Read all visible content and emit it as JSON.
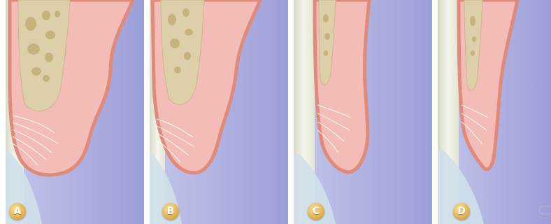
{
  "panels": [
    {
      "label": "A"
    },
    {
      "label": "B"
    },
    {
      "label": "C"
    },
    {
      "label": "D"
    }
  ],
  "colors": {
    "background": "#a7a8dc",
    "gingiva": "#f3bcb6",
    "gingiva_edge": "#e38e7e",
    "bone": "#dccfaa",
    "marrow": "#c6b27c",
    "tooth": "#eef0e4",
    "enamel": "#c9dde8",
    "badge": "#e7b552"
  }
}
